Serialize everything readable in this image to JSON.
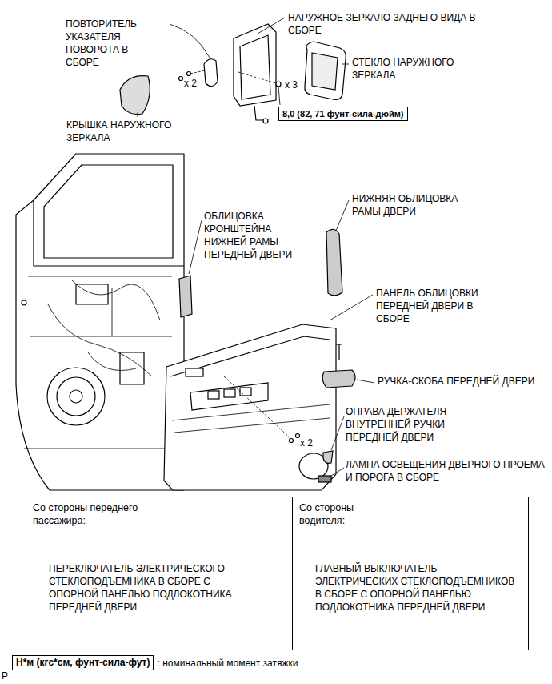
{
  "diagram": {
    "nodes": [
      {
        "text": [
          "8,0 (82, 71 фунт-сила-дюйм)"
        ]
      },
      {
        "text": [
          "Со стороны переднего пассажира:",
          "ПЕРЕКЛЮЧАТЕЛЬ ЭЛЕКТРИЧЕСКОГО СТЕКЛОПОДЪЕМНИКА В СБОРЕ С ОПОРНОЙ ПАНЕЛЬЮ ПОДЛОКОТНИКА ПЕРЕДНЕЙ ДВЕРИ"
        ]
      },
      {
        "text": [
          "Со стороны водителя:",
          "ГЛАВНЫЙ ВЫКЛЮЧАТЕЛЬ ЭЛЕКТРИЧЕСКИХ СТЕКЛОПОДЪЕМНИКОВ В СБОРЕ С ОПОРНОЙ ПАНЕЛЬЮ ПОДЛОКОТНИКА ПЕРЕДНЕЙ ДВЕРИ"
        ]
      },
      {
        "text": [
          "Н*м (кгс*см, фунт-сила-фут)"
        ]
      }
    ],
    "labels": [
      "ПОВТОРИТЕЛЬ УКАЗАТЕЛЯ ПОВОРОТА В СБОРЕ",
      "НАРУЖНОЕ ЗЕРКАЛО ЗАДНЕГО ВИДА В СБОРЕ",
      "СТЕКЛО НАРУЖНОГО ЗЕРКАЛА",
      "x 2",
      "x 3",
      "КРЫШКА НАРУЖНОГО ЗЕРКАЛА",
      "НИЖНЯЯ ОБЛИЦОВКА РАМЫ ДВЕРИ",
      "ОБЛИЦОВКА КРОНШТЕЙНА НИЖНЕЙ РАМЫ ПЕРЕДНЕЙ ДВЕРИ",
      "ПАНЕЛЬ ОБЛИЦОВКИ ПЕРЕДНЕЙ ДВЕРИ В СБОРЕ",
      "РУЧКА-СКОБА ПЕРЕДНЕЙ ДВЕРИ",
      "ОПРАВА ДЕРЖАТЕЛЯ ВНУТРЕННЕЙ РУЧКИ ПЕРЕДНЕЙ ДВЕРИ",
      "ЛАМПА ОСВЕЩЕНИЯ ДВЕРНОГО ПРОЕМА И ПОРОГА В СБОРЕ",
      "x 2",
      ": номинальный момент затяжки",
      "P"
    ]
  }
}
